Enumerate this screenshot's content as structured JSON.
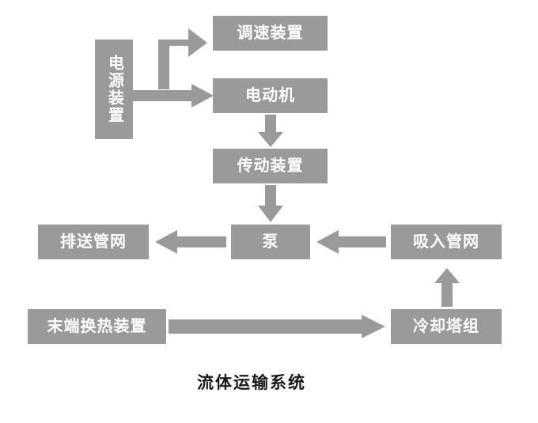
{
  "diagram": {
    "caption": "流体运输系统",
    "node_color": "#9a9a9a",
    "arrow_color": "#9a9a9a",
    "text_color": "#ffffff",
    "nodes": [
      {
        "id": "power",
        "label": "电源装置",
        "orientation": "vertical"
      },
      {
        "id": "speed-regulator",
        "label": "调速装置",
        "orientation": "horizontal"
      },
      {
        "id": "motor",
        "label": "电动机",
        "orientation": "horizontal"
      },
      {
        "id": "transmission",
        "label": "传动装置",
        "orientation": "horizontal"
      },
      {
        "id": "pump",
        "label": "泵",
        "orientation": "horizontal"
      },
      {
        "id": "discharge-pipe-network",
        "label": "排送管网",
        "orientation": "horizontal"
      },
      {
        "id": "suction-pipe-network",
        "label": "吸入管网",
        "orientation": "horizontal"
      },
      {
        "id": "terminal-heat-exchanger",
        "label": "末端换热装置",
        "orientation": "horizontal"
      },
      {
        "id": "cooling-tower",
        "label": "冷却塔组",
        "orientation": "horizontal"
      }
    ],
    "edges": [
      {
        "id": "power-to-speed-regulator",
        "from": "power",
        "to": "speed-regulator",
        "direction": "up-right"
      },
      {
        "id": "power-to-motor",
        "from": "power",
        "to": "motor",
        "direction": "right"
      },
      {
        "id": "motor-to-transmission",
        "from": "motor",
        "to": "transmission",
        "direction": "down"
      },
      {
        "id": "transmission-to-pump",
        "from": "transmission",
        "to": "pump",
        "direction": "down"
      },
      {
        "id": "pump-to-discharge",
        "from": "pump",
        "to": "discharge-pipe-network",
        "direction": "left"
      },
      {
        "id": "suction-to-pump",
        "from": "suction-pipe-network",
        "to": "pump",
        "direction": "left"
      },
      {
        "id": "cooling-tower-to-suction",
        "from": "cooling-tower",
        "to": "suction-pipe-network",
        "direction": "up"
      },
      {
        "id": "terminal-to-cooling-tower",
        "from": "terminal-heat-exchanger",
        "to": "cooling-tower",
        "direction": "right"
      }
    ]
  }
}
